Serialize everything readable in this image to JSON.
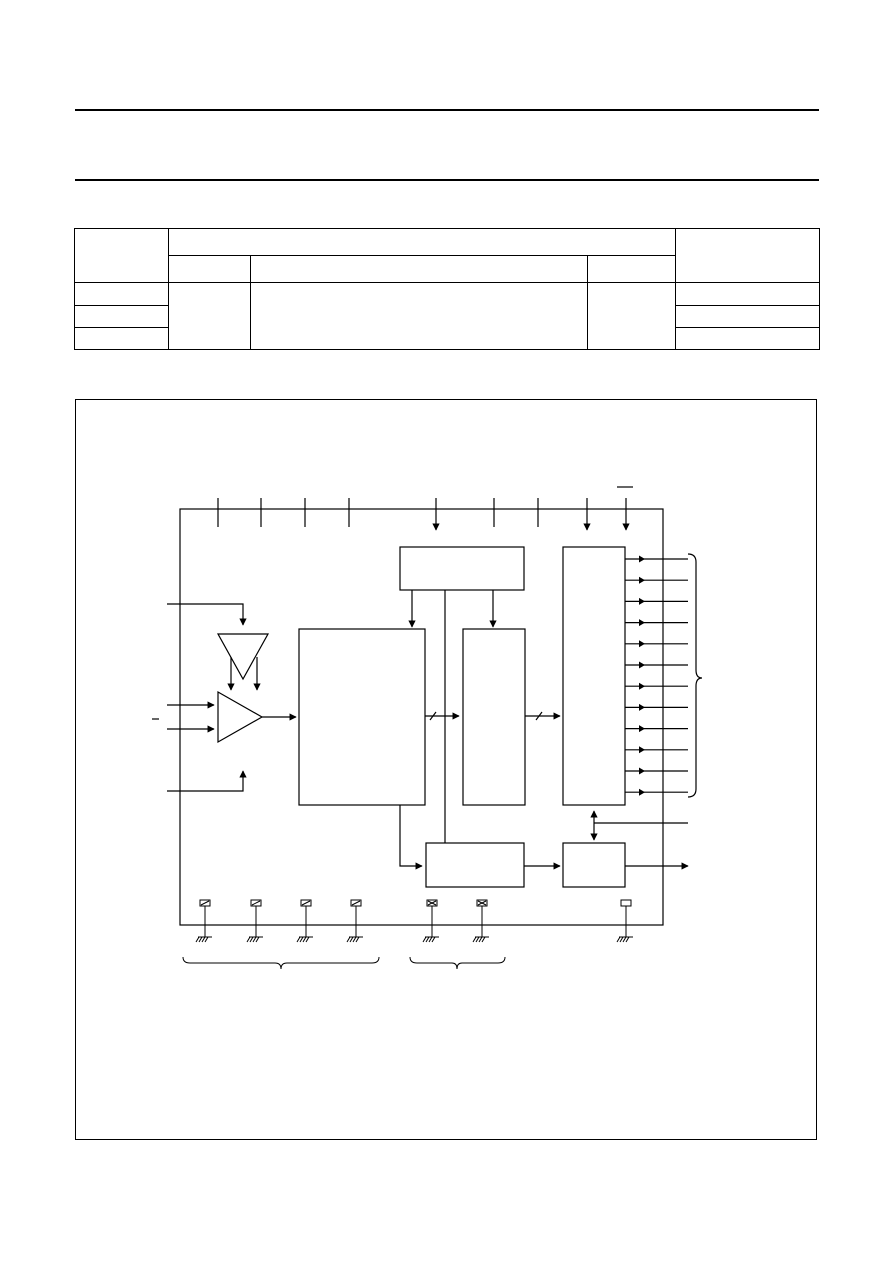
{
  "page": {
    "header_text": "",
    "table": {
      "rows": [
        [
          "",
          "",
          "",
          ""
        ],
        [
          "",
          "",
          "",
          ""
        ],
        [
          "",
          "",
          "",
          ""
        ]
      ]
    }
  },
  "diagram": {
    "caption": "",
    "top_pin_count": 9,
    "output_pin_count": 12,
    "ground_pin_count": 7
  },
  "colors": {
    "ink": "#000000",
    "background": "#ffffff"
  }
}
